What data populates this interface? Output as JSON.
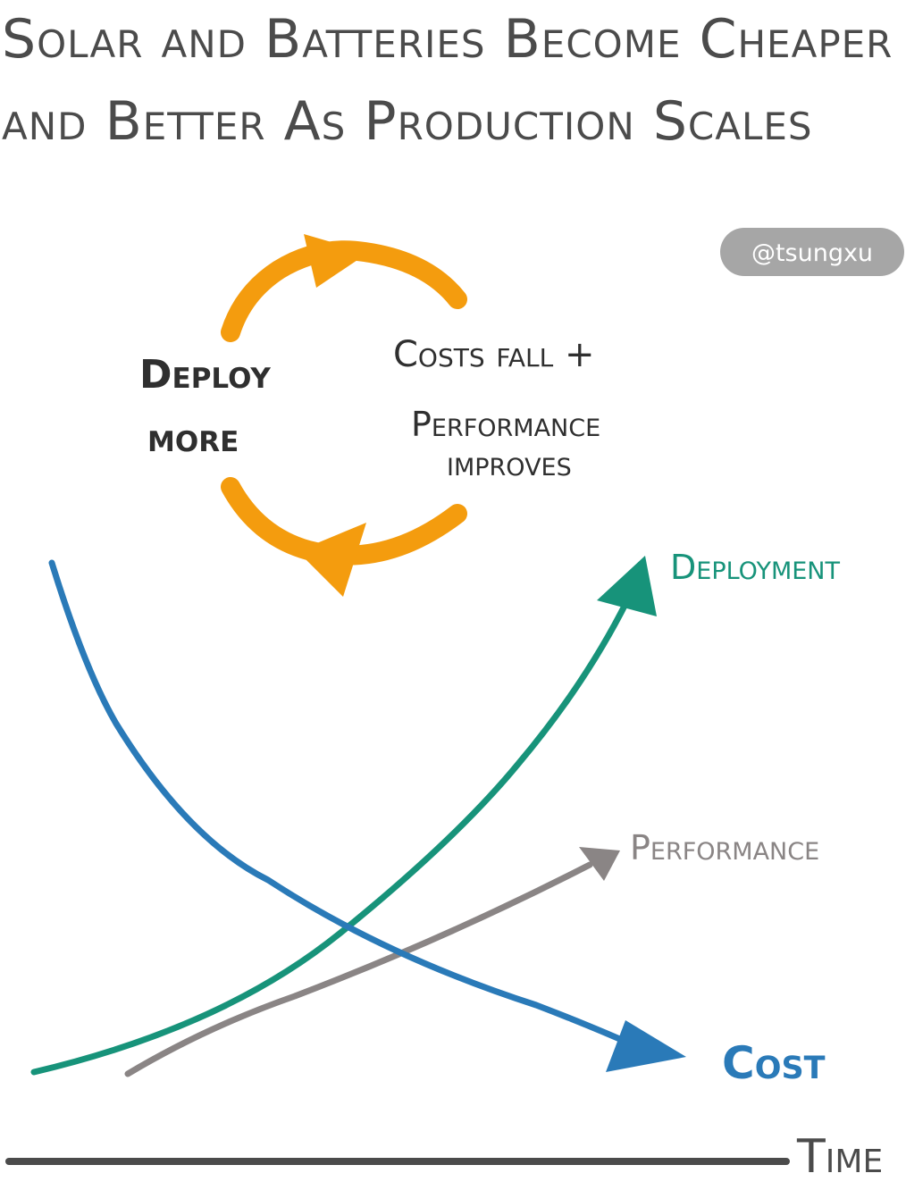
{
  "title": {
    "line1": "Solar and Batteries Become Cheaper",
    "line2": "and Better As Production Scales"
  },
  "watermark": "@tsungxu",
  "cycle": {
    "left_label_line1": "Deploy",
    "left_label_line2": "more",
    "right_label_line1": "Costs fall +",
    "right_label_line2": "Performance",
    "right_label_line3": "improves"
  },
  "curves": {
    "deployment": {
      "label": "Deployment",
      "color": "#17937a"
    },
    "performance": {
      "label": "Performance",
      "color": "#8a8585"
    },
    "cost": {
      "label": "Cost",
      "color": "#2a7ab8"
    }
  },
  "axis": {
    "x_label": "Time"
  },
  "colors": {
    "cycle_arrow": "#f49c0e",
    "axis": "#4b4b4b",
    "text": "#2f2f2f"
  }
}
